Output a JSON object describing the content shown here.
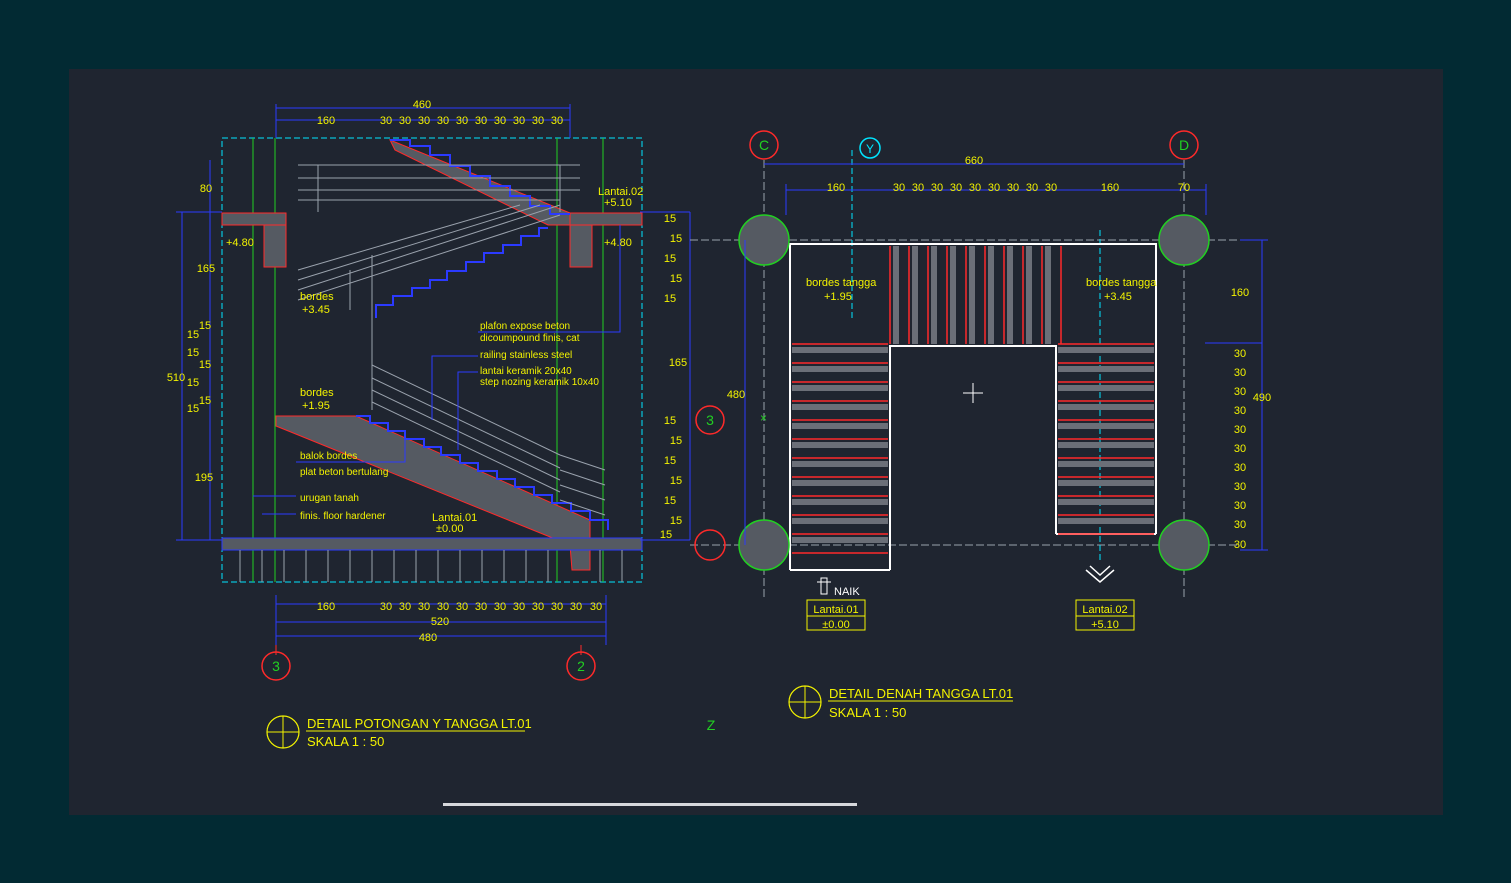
{
  "colors": {
    "app_bg": "#022a33",
    "viewport_bg": "#1f2530",
    "dimension": "#2b3aff",
    "text": "#f3f300",
    "grid_line": "#22d022",
    "hatch_red": "#ff2a2a",
    "cyan": "#00e5ff",
    "white": "#ffffff",
    "column": "#22d022"
  },
  "section": {
    "top_total": "460",
    "top_dims": [
      "160",
      "30",
      "30",
      "30",
      "30",
      "30",
      "30",
      "30",
      "30",
      "30",
      "30"
    ],
    "bottom_dims": [
      "160",
      "30",
      "30",
      "30",
      "30",
      "30",
      "30",
      "30",
      "30",
      "30",
      "30",
      "30",
      "30"
    ],
    "bottom_total_520": "520",
    "bottom_total_480": "480",
    "left_dims": [
      "80",
      "165",
      "15",
      "15",
      "15",
      "15",
      "15",
      "15",
      "15",
      "195"
    ],
    "left_total": "510",
    "right_dim_165": "165",
    "right_fifteen": "15",
    "levels": {
      "top_label": "Lantai.02",
      "top_value": "+5.10",
      "left_level": "+4.80",
      "right_level": "+4.80",
      "bordes_label": "bordes",
      "bordes_upper": "+3.45",
      "bordes_lower": "+1.95",
      "ground_label": "Lantai.01",
      "ground_value": "±0.00"
    },
    "notes": {
      "plafon_1": "plafon expose beton",
      "plafon_2": "dicoumpound finis, cat",
      "railing": "railing stainless steel",
      "lantai_keramik": "lantai keramik 20x40",
      "step_nozing": "step nozing  keramik 10x40",
      "balok_bordes": "balok bordes",
      "plat_beton": "plat beton bertulang",
      "urugan": "urugan tanah",
      "finis": "finis. floor hardener"
    },
    "axis_left": "3",
    "axis_right": "2",
    "title": "DETAIL POTONGAN  Y  TANGGA LT.01",
    "scale": "SKALA 1 : 50"
  },
  "plan": {
    "axis_c": "C",
    "axis_d": "D",
    "axis_y": "Y",
    "axis_3": "3",
    "top_total": "660",
    "top_dims": [
      "160",
      "30",
      "30",
      "30",
      "30",
      "30",
      "30",
      "30",
      "30",
      "30",
      "160",
      "70"
    ],
    "left_dim": "480",
    "right_dim_160": "160",
    "right_thirty": "30",
    "right_total": "490",
    "bordes_left_label": "bordes tangga",
    "bordes_left_value": "+1.95",
    "bordes_right_label": "bordes tangga",
    "bordes_right_value": "+3.45",
    "naik": "NAIK",
    "left_tag_1": "Lantai.01",
    "left_tag_2": "±0.00",
    "right_tag_1": "Lantai.02",
    "right_tag_2": "+5.10",
    "title": "DETAIL DENAH TANGGA LT.01",
    "scale": "SKALA 1 : 50"
  },
  "z_marker": "Z"
}
